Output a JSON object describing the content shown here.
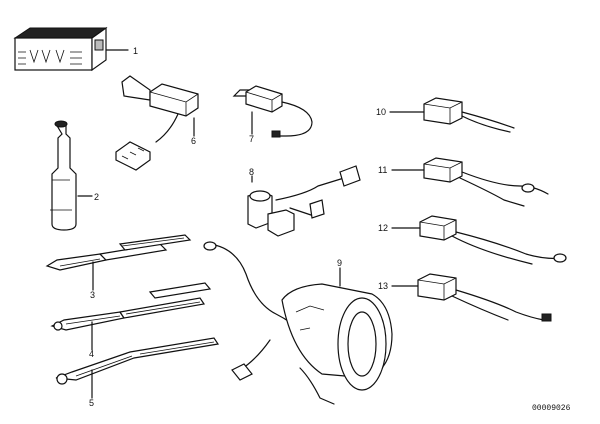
{
  "callouts": [
    "1",
    "2",
    "3",
    "4",
    "5",
    "6",
    "7",
    "8",
    "9",
    "10",
    "11",
    "12",
    "13"
  ],
  "drawing_number": "00009026"
}
